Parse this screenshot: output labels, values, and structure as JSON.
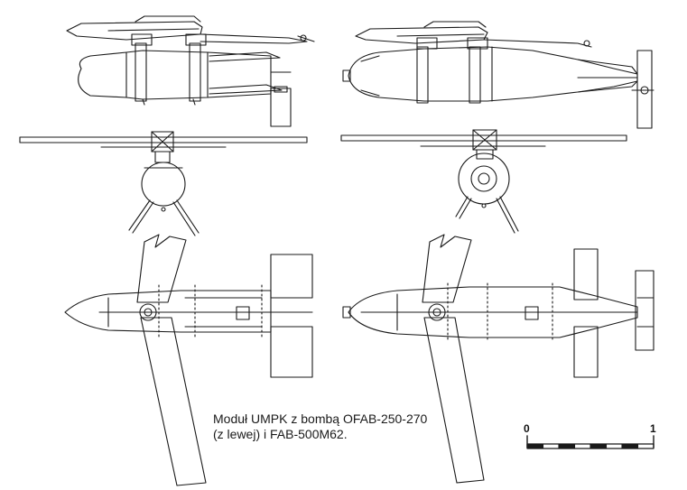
{
  "caption": {
    "line1": "Moduł UMPK z bombą OFAB-250-270",
    "line2": "(z lewej) i FAB-500M62."
  },
  "scale_bar": {
    "start_label": "0",
    "end_label": "1",
    "segments": 8
  },
  "drawings": {
    "left_bomb": [
      "side-view",
      "front-view",
      "top-view"
    ],
    "right_bomb": [
      "side-view",
      "front-view",
      "top-view"
    ]
  }
}
